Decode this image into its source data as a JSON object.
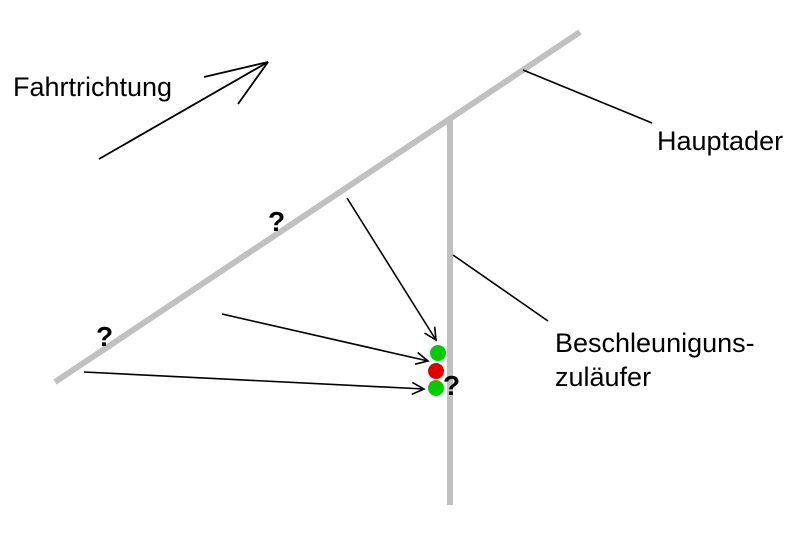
{
  "diagram": {
    "title_hint": "hand-drawn traffic/flow sketch",
    "labels": {
      "fahrtrichtung": "Fahrtrichtung",
      "hauptader": "Hauptader",
      "beschleuniger_line1": "Beschleuniguns-",
      "beschleuniger_line2": "zuläufer",
      "question_upper": "?",
      "question_left": "?",
      "question_dots": "?"
    },
    "colors": {
      "road_gray": "#c0c0c0",
      "ink_black": "#000000",
      "dot_green": "#00cc00",
      "dot_red": "#e00000",
      "background": "#ffffff"
    }
  }
}
